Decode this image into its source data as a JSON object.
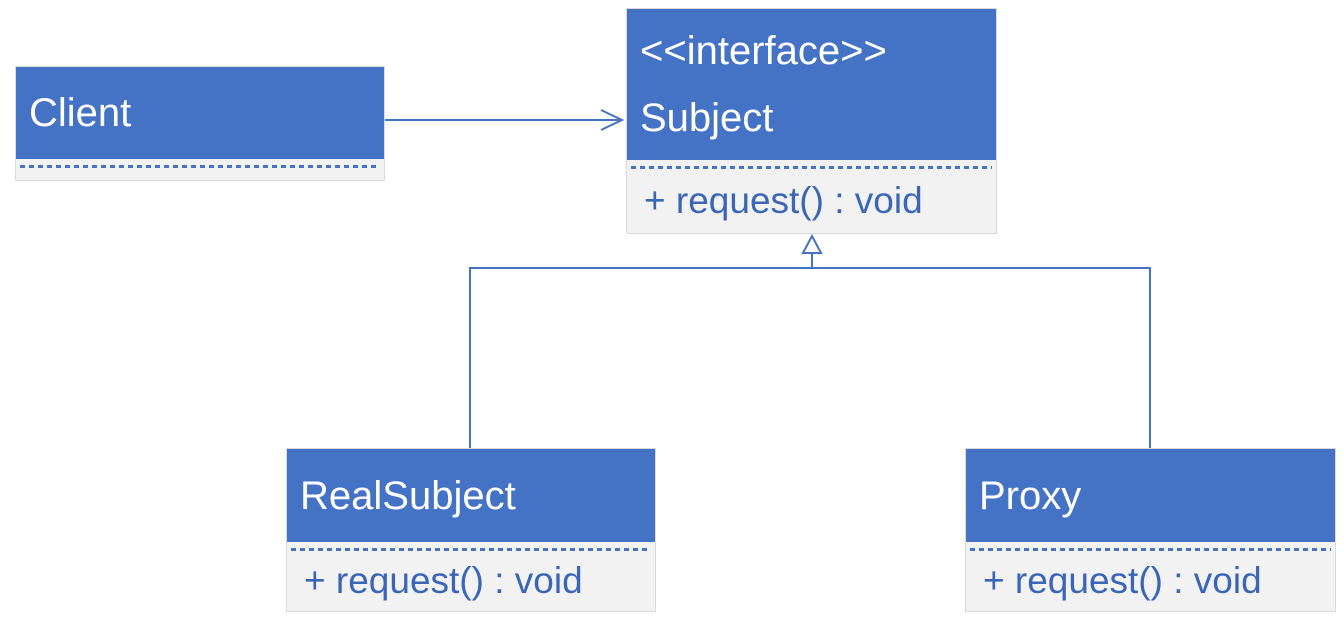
{
  "diagram": {
    "classes": {
      "client": {
        "name": "Client"
      },
      "subject": {
        "stereotype": "<<interface>>",
        "name": "Subject",
        "method": "+ request() : void"
      },
      "realsubject": {
        "name": "RealSubject",
        "method": "+ request() : void"
      },
      "proxy": {
        "name": "Proxy",
        "method": "+ request() : void"
      }
    },
    "relationships": [
      {
        "from": "Client",
        "to": "Subject",
        "type": "association",
        "arrowhead": "open-arrow"
      },
      {
        "from": "RealSubject",
        "to": "Subject",
        "type": "realization",
        "arrowhead": "hollow-triangle"
      },
      {
        "from": "Proxy",
        "to": "Subject",
        "type": "realization",
        "arrowhead": "hollow-triangle"
      }
    ],
    "colors": {
      "header_fill": "#4472C4",
      "header_text": "#FFFFFF",
      "body_fill": "#F2F2F2",
      "body_text": "#3B66B7",
      "divider": "#4472C4",
      "connector": "#4472C4",
      "box_border": "#D9D9D9",
      "background": "#FFFFFF"
    }
  }
}
